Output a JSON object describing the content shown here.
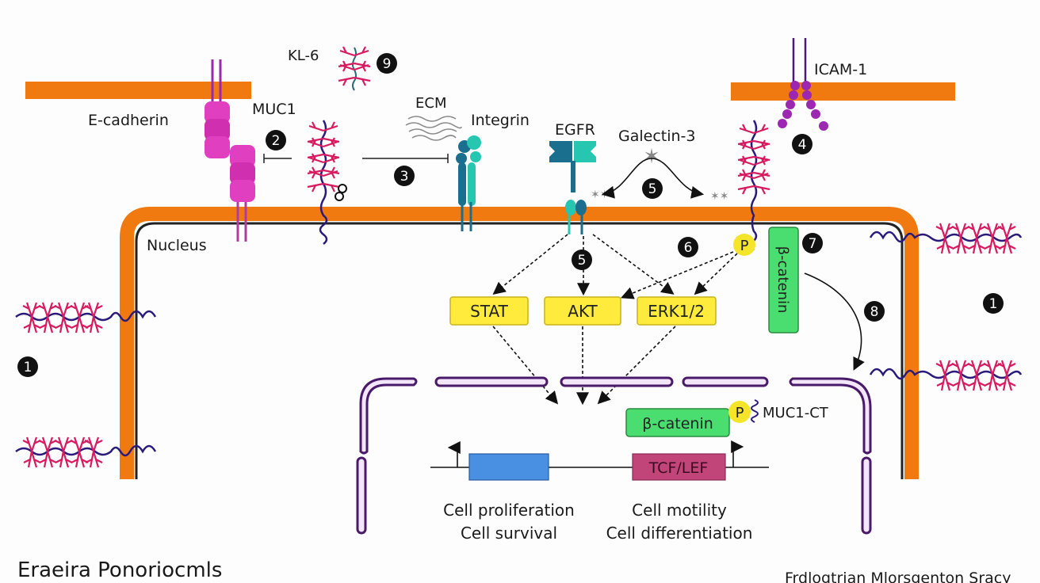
{
  "colors": {
    "membrane": "#f07a10",
    "mucin_glycan": "#d81b60",
    "mucin_core": "#2a1a7a",
    "ecadherin": "#e040c0",
    "icam": "#9c27b0",
    "integrin_dark": "#1a6e8e",
    "integrin_light": "#26c6b0",
    "kinase_box": "#ffeb3b",
    "catenin_box": "#4ade70",
    "phospho": "#f5e52a",
    "gene_blue": "#4a90e2",
    "tcf_box": "#c2457a",
    "nuclear_envelope": "#4a1a6a",
    "badge": "#111111"
  },
  "labels": {
    "kl6": "KL-6",
    "ecadherin": "E-cadherin",
    "muc1": "MUC1",
    "ecm": "ECM",
    "integrin": "Integrin",
    "egfr": "EGFR",
    "galectin3": "Galectin-3",
    "icam1": "ICAM-1",
    "nucleus": "Nucleus",
    "stat": "STAT",
    "akt": "AKT",
    "erk": "ERK1/2",
    "beta_catenin_cyto": "β-catenin",
    "beta_catenin_nuc": "β-catenin",
    "phospho": "P",
    "muc1_ct": "MUC1-CT",
    "tcf_lef": "TCF/LEF",
    "outcome_left_1": "Cell proliferation",
    "outcome_left_2": "Cell survival",
    "outcome_right_1": "Cell motility",
    "outcome_right_2": "Cell differentiation",
    "footer_left": "Eraeira Ponoriocmls",
    "footer_right": "Frdlogtrian Mlorsgenton Sracy"
  },
  "badges": {
    "b1_left": "1",
    "b1_right": "1",
    "b2": "2",
    "b3": "3",
    "b4": "4",
    "b5_galectin": "5",
    "b5_egfr": "5",
    "b6": "6",
    "b7": "7",
    "b8": "8",
    "b9": "9"
  }
}
